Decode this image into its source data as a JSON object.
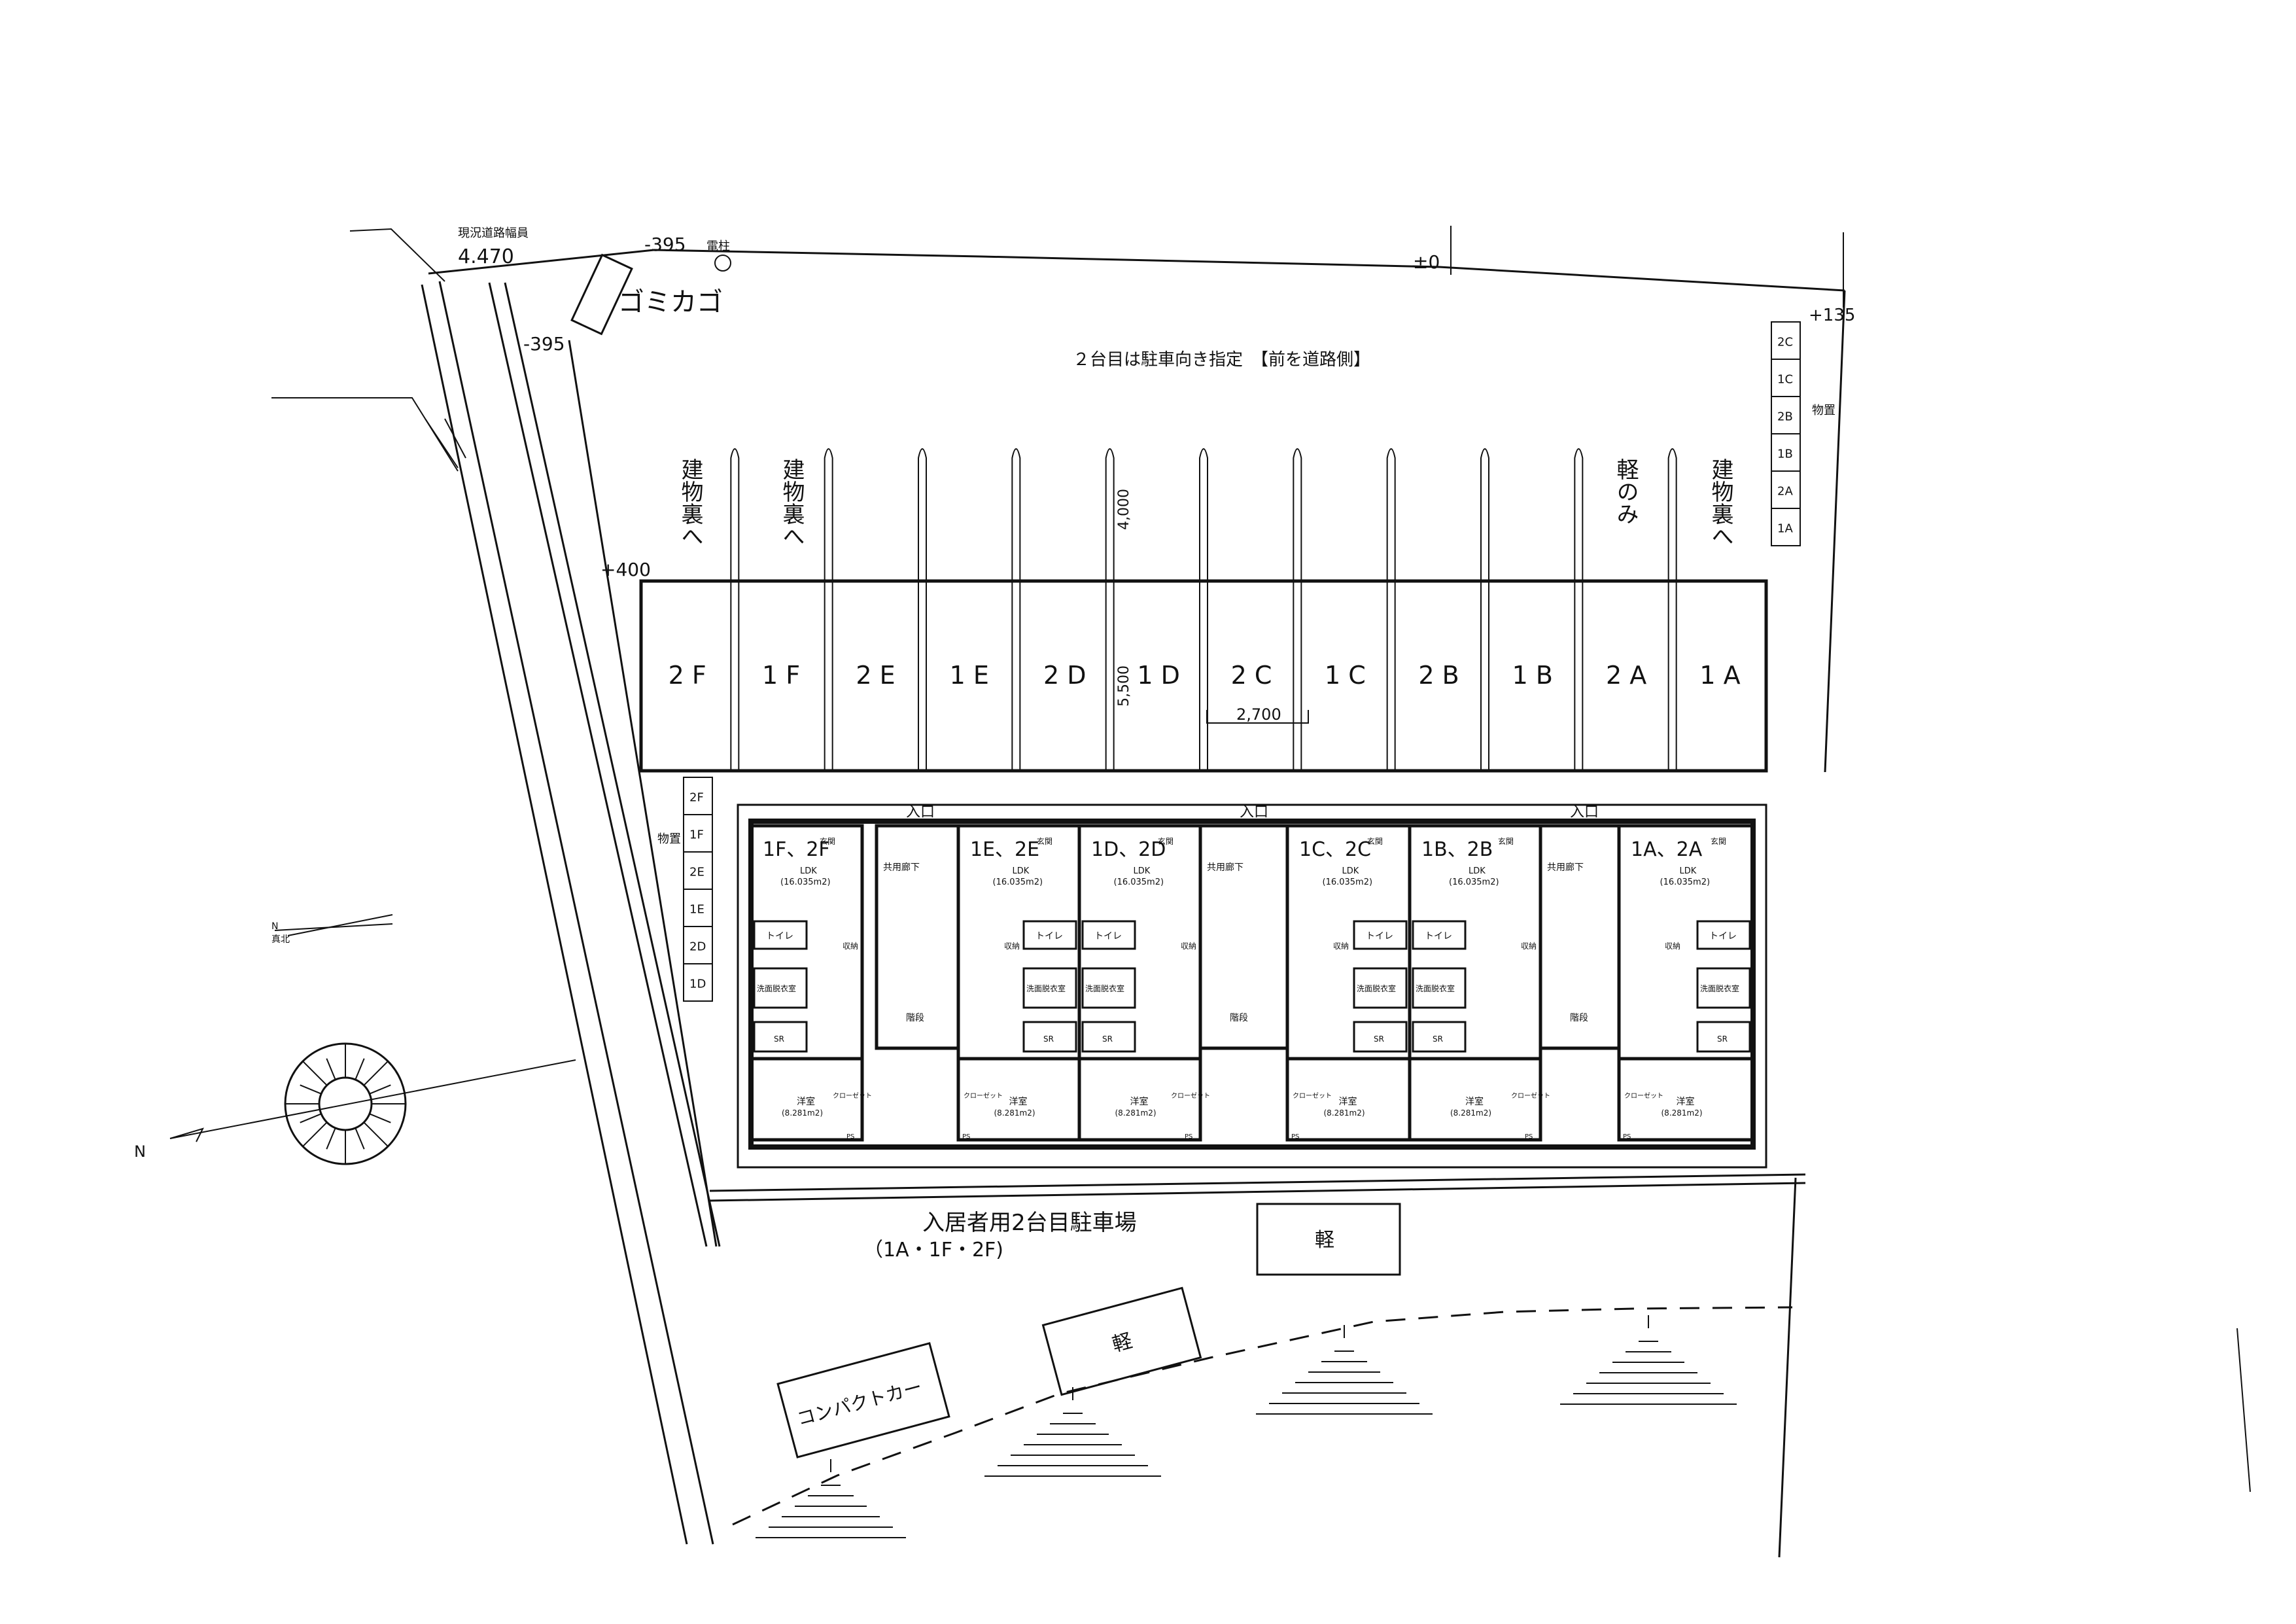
{
  "site": {
    "road_width_label": "現況道路幅員",
    "road_width_value": "4.470",
    "level_m395_a": "-395",
    "level_m395_b": "-395",
    "level_zero": "±0",
    "level_p135": "+135",
    "level_p400": "+400",
    "utility_pole": "電柱",
    "garbage": "ゴミカゴ",
    "parking_note": "２台目は駐車向き指定　【前を道路側】",
    "building_back_label": "建物裏へ",
    "kei_only_label": "軽のみ",
    "dim_4000": "4,000",
    "dim_5500": "5,500",
    "dim_2700": "2,700"
  },
  "parking_slots": [
    "2F",
    "1F",
    "2E",
    "1E",
    "2D",
    "1D",
    "2C",
    "1C",
    "2B",
    "1B",
    "2A",
    "1A"
  ],
  "storage_right": {
    "label": "物置",
    "units": [
      "2C",
      "1C",
      "2B",
      "1B",
      "2A",
      "1A"
    ]
  },
  "storage_left": {
    "label": "物置",
    "units": [
      "2F",
      "1F",
      "2E",
      "1E",
      "2D",
      "1D"
    ]
  },
  "building": {
    "entrance": "入口",
    "corridor": "共用廊下",
    "stairs": "階段",
    "units": [
      {
        "label": "1F、2F",
        "ldk": "LDK",
        "area": "(16.035m2)"
      },
      {
        "label": "1E、2E",
        "ldk": "LDK",
        "area": "(16.035m2)"
      },
      {
        "label": "1D、2D",
        "ldk": "LDK",
        "area": "(16.035m2)"
      },
      {
        "label": "1C、2C",
        "ldk": "LDK",
        "area": "(16.035m2)"
      },
      {
        "label": "1B、2B",
        "ldk": "LDK",
        "area": "(16.035m2)"
      },
      {
        "label": "1A、2A",
        "ldk": "LDK",
        "area": "(16.035m2)"
      }
    ],
    "genkan": "玄関",
    "toilet": "トイレ",
    "washroom": "洗面脱衣室",
    "sr": "SR",
    "shunou": "収納",
    "closet": "クローゼット",
    "western_room": "洋室",
    "western_area": "(8.281m2)",
    "ps": "PS"
  },
  "second_parking": {
    "title": "入居者用2台目駐車場",
    "units": "（1A・1F・2F)"
  },
  "cars": {
    "kei_1": "軽",
    "kei_2": "軽",
    "compact": "コンパクトカー"
  },
  "compass": {
    "north": "N"
  },
  "small_north": {
    "text": "N",
    "angle_label": "真北"
  }
}
